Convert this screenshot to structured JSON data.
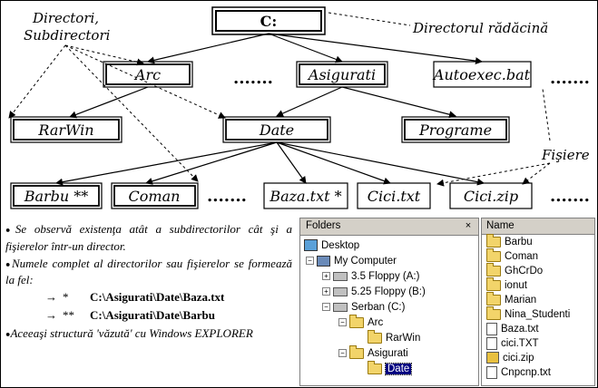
{
  "tree": {
    "root": "C:",
    "level1": [
      "Arc",
      "Asigurati",
      "Autoexec.bat"
    ],
    "level2": [
      "RarWin",
      "Date",
      "Programe"
    ],
    "level3": [
      "Barbu **",
      "Coman",
      "Baza.txt *",
      "Cici.txt",
      "Cici.zip"
    ],
    "ellipsis": "......."
  },
  "annotations": {
    "dirs": "Directori,",
    "subdirs": "Subdirectori",
    "root_dir": "Directorul rădăcină",
    "files": "Fişiere"
  },
  "notes": {
    "bullet": "●",
    "n1": "Se observă existenţa atât a subdirectorilor cât şi a fişierelor într-un director.",
    "n2": "Numele complet al directorilor sau fişierelor se formează la fel:",
    "arrow": "→",
    "p1_mark": "*",
    "p1_path": "C:\\Asigurati\\Date\\Baza.txt",
    "p2_mark": "**",
    "p2_path": "C:\\Asigurati\\Date\\Barbu",
    "n3": "Aceeaşi structură 'văzută' cu Windows EXPLORER"
  },
  "explorer": {
    "folders_title": "Folders",
    "close_glyph": "×",
    "tree": [
      {
        "label": "Desktop",
        "icon": "desktop-icon"
      },
      {
        "label": "My Computer",
        "icon": "computer-icon",
        "toggle": "−"
      },
      {
        "label": "3.5 Floppy (A:)",
        "icon": "floppy-icon",
        "toggle": "+"
      },
      {
        "label": "5.25 Floppy (B:)",
        "icon": "floppy-icon",
        "toggle": "+"
      },
      {
        "label": "Serban (C:)",
        "icon": "drive-icon",
        "toggle": "−"
      },
      {
        "label": "Arc",
        "icon": "folder-icon",
        "toggle": "−"
      },
      {
        "label": "RarWin",
        "icon": "folder-icon"
      },
      {
        "label": "Asigurati",
        "icon": "folder-icon",
        "toggle": "−"
      },
      {
        "label": "Date",
        "icon": "folder-open-icon",
        "selected": true
      }
    ],
    "list_header": "Name",
    "files": [
      {
        "label": "Barbu",
        "icon": "folder-icon"
      },
      {
        "label": "Coman",
        "icon": "folder-icon"
      },
      {
        "label": "GhCrDo",
        "icon": "folder-icon"
      },
      {
        "label": "ionut",
        "icon": "folder-icon"
      },
      {
        "label": "Marian",
        "icon": "folder-icon"
      },
      {
        "label": "Nina_Studenti",
        "icon": "folder-icon"
      },
      {
        "label": "Baza.txt",
        "icon": "text-file-icon"
      },
      {
        "label": "cici.TXT",
        "icon": "text-file-icon"
      },
      {
        "label": "cici.zip",
        "icon": "zip-file-icon"
      },
      {
        "label": "Cnpcnp.txt",
        "icon": "text-file-icon"
      }
    ]
  }
}
